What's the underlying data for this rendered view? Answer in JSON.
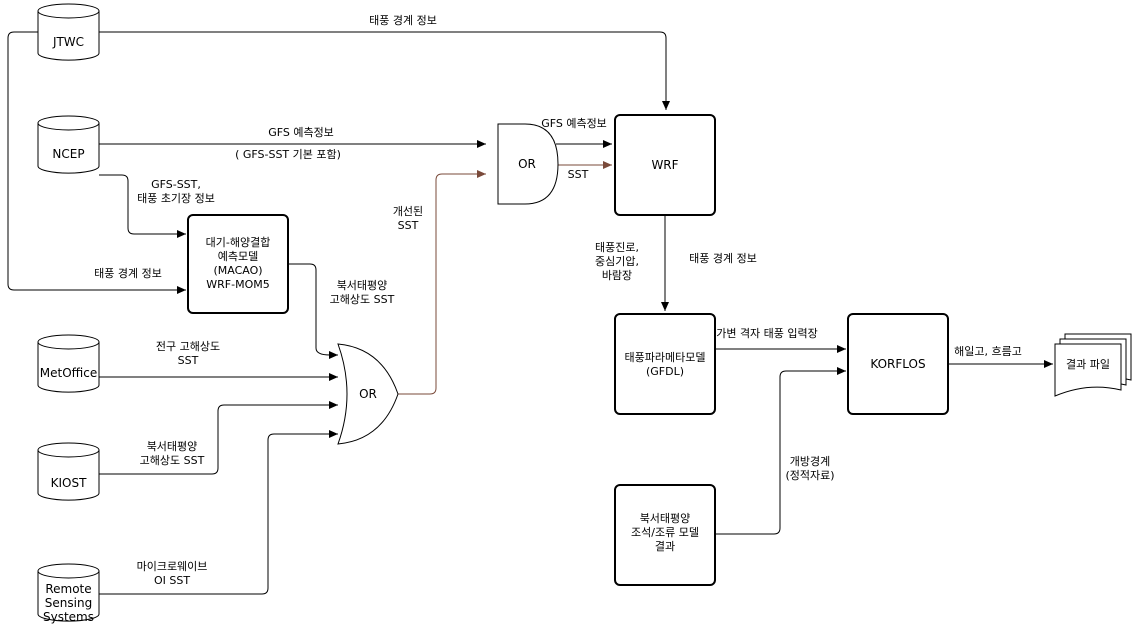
{
  "databases": {
    "jtwc": "JTWC",
    "ncep": "NCEP",
    "metoffice": "MetOffice",
    "kiost": "KIOST",
    "rss": [
      "Remote",
      "Sensing",
      "Systems"
    ]
  },
  "boxes": {
    "coupled": [
      "대기-해양결합",
      "예측모델",
      "(MACAO)",
      "WRF-MOM5"
    ],
    "wrf": "WRF",
    "gfdl": [
      "태풍파라메타모델",
      "(GFDL)"
    ],
    "korflos": "KORFLOS",
    "tide": [
      "북서태평양",
      "조석/조류 모델",
      "결과"
    ],
    "result": "결과 파일"
  },
  "gates": {
    "or_top": "OR",
    "or_bottom": "OR"
  },
  "edge_labels": {
    "jtwc_wrf": "태풍 경계 정보",
    "ncep_or_1": "GFS 예측정보",
    "ncep_or_2": "( GFS-SST 기본 포함)",
    "ncep_coupled": [
      "GFS-SST,",
      "태풍 초기장 정보"
    ],
    "jtwc_coupled": "태풍 경계 정보",
    "improved_sst": [
      "개선된",
      "SST"
    ],
    "coupled_or": [
      "북서태평양",
      "고해상도 SST"
    ],
    "metoffice_or": [
      "전구 고해상도",
      "SST"
    ],
    "kiost_or": [
      "북서태평양",
      "고해상도 SST"
    ],
    "rss_or": [
      "마이크로웨이브",
      "OI SST"
    ],
    "or_wrf_gfs": "GFS 예측정보",
    "or_wrf_sst": "SST",
    "wrf_gfdl_left": [
      "태풍진로,",
      "중심기압,",
      "바람장"
    ],
    "wrf_gfdl_right": "태풍 경계 정보",
    "gfdl_korflos": "가변 격자 태풍 입력장",
    "tide_korflos": [
      "개방경계",
      "(정적자료)"
    ],
    "korflos_result": "해일고, 흐름고"
  }
}
